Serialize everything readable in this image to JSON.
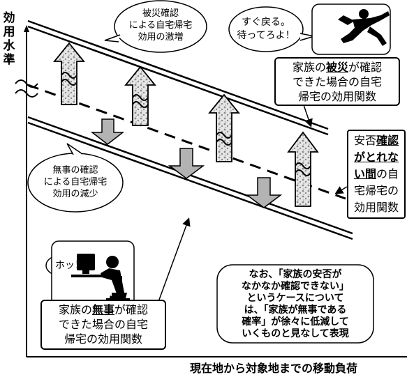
{
  "axis": {
    "y_label": [
      "効",
      "用",
      "水",
      "準"
    ],
    "x_label": "現在地から対象地までの移動負荷"
  },
  "bubbles": {
    "disaster_increase": [
      "被災確認",
      "による自宅帰宅",
      "効用の激増"
    ],
    "return_soon": [
      "すぐ戻る。",
      "待ってろよ！"
    ],
    "safe_decrease": [
      "無事の確認",
      "による自宅帰宅",
      "効用の減少"
    ],
    "relief": "ホッ！",
    "note": [
      "なお、「家族の安否が",
      "なかなか確認できない」",
      "というケースについて",
      "は、「家族が無事である",
      "確率」が徐々に低減して",
      "いくものと見なして表現"
    ]
  },
  "boxes": {
    "disaster_curve": {
      "lines": [
        {
          "pre": "家族の",
          "em": "被災",
          "post": "が確認"
        },
        {
          "pre": "できた場合の自宅",
          "em": "",
          "post": ""
        },
        {
          "pre": "帰宅の効用関数",
          "em": "",
          "post": ""
        }
      ]
    },
    "unknown_curve": {
      "lines": [
        {
          "pre": "安否",
          "em": "確認",
          "post": ""
        },
        {
          "pre": "",
          "em": "がとれな",
          "post": ""
        },
        {
          "pre": "",
          "em": "い間",
          "post": "の自"
        },
        {
          "pre": "宅帰宅の",
          "em": "",
          "post": ""
        },
        {
          "pre": "効用関数",
          "em": "",
          "post": ""
        }
      ]
    },
    "safe_curve": {
      "lines": [
        {
          "pre": "家族の",
          "em": "無事",
          "post": "が確認"
        },
        {
          "pre": "できた場合の自宅",
          "em": "",
          "post": ""
        },
        {
          "pre": "帰宅の効用関数",
          "em": "",
          "post": ""
        }
      ]
    }
  },
  "colors": {
    "stroke": "#000000",
    "up_arrow_fill": "#d9d9d9",
    "down_arrow_fill": "#b3b3b3"
  }
}
